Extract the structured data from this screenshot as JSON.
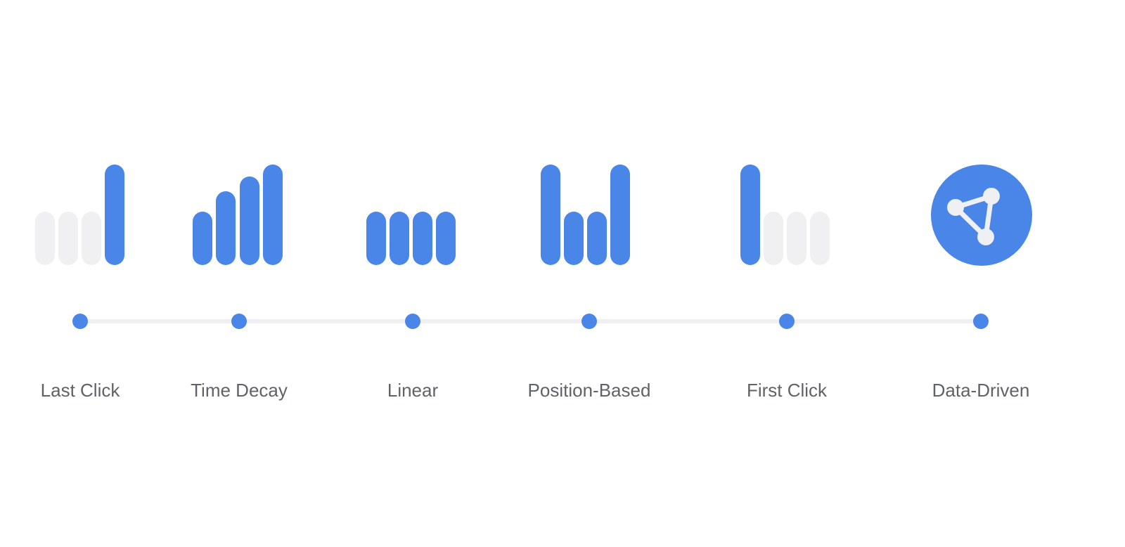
{
  "colors": {
    "accent": "#4a86e8",
    "inactive": "#f0f0f2",
    "label": "#5f6368",
    "timeline": "#f0f0f2"
  },
  "models": [
    {
      "name": "Last Click",
      "icon": "last-click-bars-icon",
      "bars": [
        {
          "h": "short",
          "active": false
        },
        {
          "h": "short",
          "active": false
        },
        {
          "h": "short",
          "active": false
        },
        {
          "h": "tall",
          "active": true
        }
      ]
    },
    {
      "name": "Time Decay",
      "icon": "time-decay-bars-icon",
      "bars": [
        {
          "h": "short",
          "active": true
        },
        {
          "h": "mid1",
          "active": true
        },
        {
          "h": "mid2",
          "active": true
        },
        {
          "h": "tall",
          "active": true
        }
      ]
    },
    {
      "name": "Linear",
      "icon": "linear-bars-icon",
      "bars": [
        {
          "h": "short",
          "active": true
        },
        {
          "h": "short",
          "active": true
        },
        {
          "h": "short",
          "active": true
        },
        {
          "h": "short",
          "active": true
        }
      ]
    },
    {
      "name": "Position-Based",
      "icon": "position-based-bars-icon",
      "bars": [
        {
          "h": "tall",
          "active": true
        },
        {
          "h": "short",
          "active": true
        },
        {
          "h": "short",
          "active": true
        },
        {
          "h": "tall",
          "active": true
        }
      ]
    },
    {
      "name": "First Click",
      "icon": "first-click-bars-icon",
      "bars": [
        {
          "h": "tall",
          "active": true
        },
        {
          "h": "short",
          "active": false
        },
        {
          "h": "short",
          "active": false
        },
        {
          "h": "short",
          "active": false
        }
      ]
    },
    {
      "name": "Data-Driven",
      "icon": "data-driven-network-icon"
    }
  ]
}
